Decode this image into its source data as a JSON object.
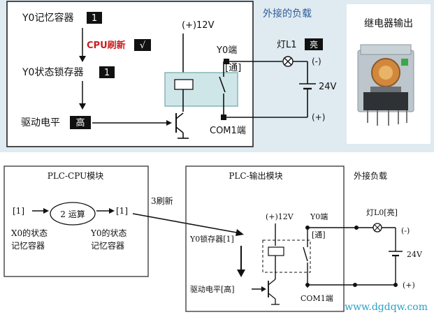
{
  "colors": {
    "band": "#dfeaf1",
    "wire": "#111111",
    "relay_fill": "#cfe6e8",
    "relay_stroke": "#7fb0b5",
    "highlight": "#c81e1e",
    "ext_load_title": "#2e5c9a",
    "watermark": "#2aa0c8"
  },
  "top": {
    "y0_memory": "Y0记忆容器",
    "y0_memory_value": "1",
    "cpu_refresh": "CPU刷新",
    "cpu_refresh_value": "√",
    "y0_latch": "Y0状态锁存器",
    "y0_latch_value": "1",
    "drive_level": "驱动电平",
    "drive_level_value": "高",
    "supply": "(+)12V",
    "y0_terminal": "Y0端",
    "conduct": "通",
    "lamp": "灯L1",
    "lamp_state": "亮",
    "minus": "(-)",
    "voltage": "24V",
    "plus": "(+)",
    "com": "COM1端",
    "ext_load_title": "外接的负载",
    "relay_output_title": "继电器输出"
  },
  "bottom": {
    "cpu_module_title": "PLC-CPU模块",
    "in_value": "[1]",
    "op_label": "2 运算",
    "out_value": "[1]",
    "x0_mem": [
      "X0的状态",
      "记忆容器"
    ],
    "y0_mem": [
      "Y0的状态",
      "记忆容器"
    ],
    "refresh_step": "3刷新",
    "output_module_title": "PLC-输出模块",
    "ext_load": "外接负载",
    "supply": "(+)12V",
    "y0_terminal": "Y0端",
    "conduct": "[通]",
    "lamp": "灯L0[亮]",
    "y0_latch": "Y0锁存器[1]",
    "drive_level": "驱动电平[高]",
    "minus": "(-)",
    "voltage": "24V",
    "plus": "(+)",
    "com": "COM1端"
  },
  "watermark": "www.dgdqw.com"
}
